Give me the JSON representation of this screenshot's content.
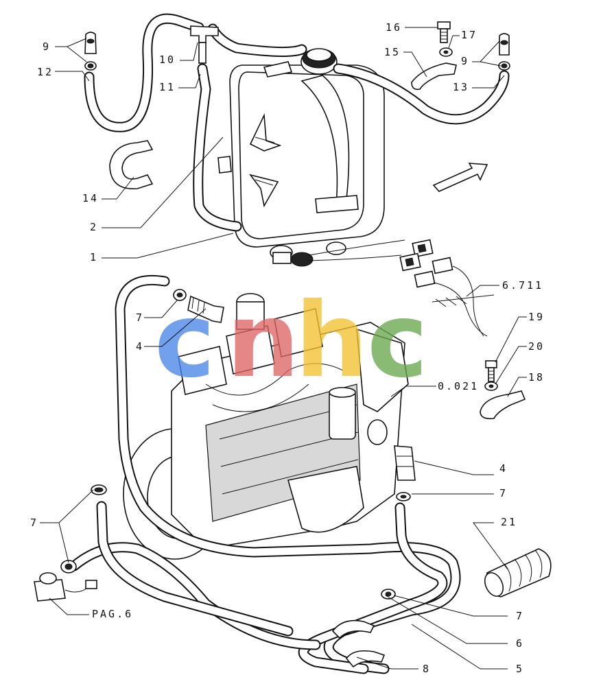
{
  "callouts": {
    "c9_left": "9",
    "c12": "12",
    "c10": "10",
    "c11": "11",
    "c14": "14",
    "c2": "2",
    "c1": "1",
    "c16": "16",
    "c17": "17",
    "c15": "15",
    "c9_right": "9",
    "c13": "13",
    "c6711": "6.711",
    "c7_a": "7",
    "c4_a": "4",
    "c19": "19",
    "c20": "20",
    "c18": "18",
    "c0021": "0.021",
    "c4_b": "4",
    "c7_b": "7",
    "c21": "21",
    "c7_c": "7",
    "c7_d": "7",
    "c6": "6",
    "c5": "5",
    "c8": "8",
    "cpag6": "PAG.6"
  },
  "watermark": {
    "text": "cnhc",
    "colors": [
      "#4a86e8",
      "#e06666",
      "#f1c232",
      "#6aa84f"
    ]
  }
}
